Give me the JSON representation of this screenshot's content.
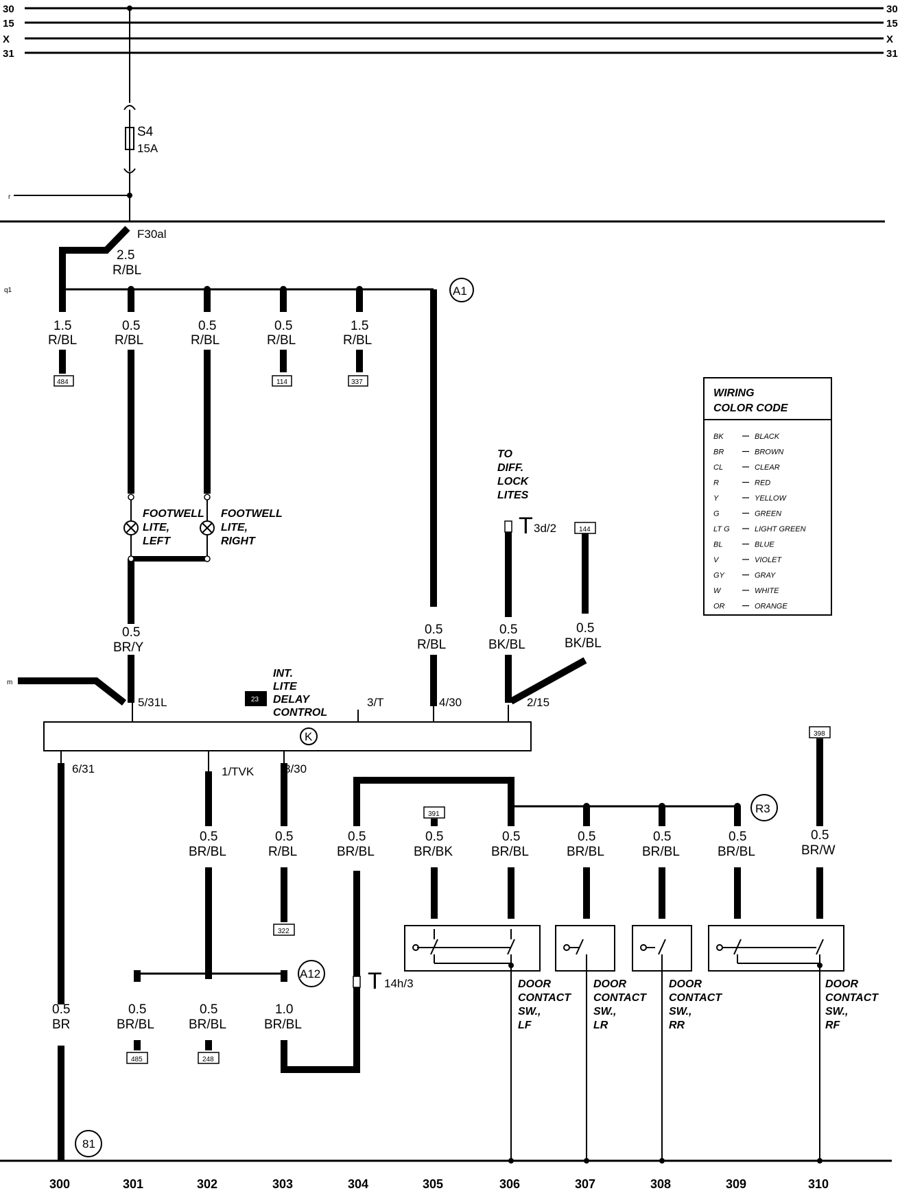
{
  "bus": {
    "lines": [
      "30",
      "15",
      "X",
      "31"
    ]
  },
  "fuse": {
    "name": "S4",
    "rating": "15A",
    "terminal": "F30al"
  },
  "feed_wire": {
    "size": "2.5",
    "color": "R/BL"
  },
  "connector_top": "A1",
  "branch_wires": [
    {
      "size": "1.5",
      "color": "R/BL",
      "ref": "484"
    },
    {
      "size": "0.5",
      "color": "R/BL",
      "ref": ""
    },
    {
      "size": "0.5",
      "color": "R/BL",
      "ref": ""
    },
    {
      "size": "0.5",
      "color": "R/BL",
      "ref": "114"
    },
    {
      "size": "1.5",
      "color": "R/BL",
      "ref": "337"
    }
  ],
  "footwell_left": [
    "FOOTWELL",
    "LITE,",
    "LEFT"
  ],
  "footwell_right": [
    "FOOTWELL",
    "LITE,",
    "RIGHT"
  ],
  "diff_lock": [
    "TO",
    "DIFF.",
    "LOCK",
    "LITES"
  ],
  "connector_t3d": {
    "label": "T",
    "sub": "3d/2"
  },
  "ref_144": "144",
  "wires_mid": [
    {
      "size": "0.5",
      "color": "BR/Y"
    },
    {
      "size": "0.5",
      "color": "R/BL"
    },
    {
      "size": "0.5",
      "color": "BK/BL"
    },
    {
      "size": "0.5",
      "color": "BK/BL"
    }
  ],
  "module": {
    "symbol": "K",
    "badge": "23",
    "name": [
      "INT.",
      "LITE",
      "DELAY",
      "CONTROL"
    ],
    "pins_top": [
      "5/31L",
      "3/T",
      "4/30",
      "2/15"
    ],
    "pins_bottom": [
      "6/31",
      "1/TVK",
      "8/30"
    ]
  },
  "connectors_lower": {
    "r3": "R3",
    "a12": "A12",
    "ground": "81"
  },
  "connector_t14h": {
    "label": "T",
    "sub": "14h/3"
  },
  "refs_lower": [
    "398",
    "391",
    "322",
    "485",
    "248"
  ],
  "lower_wires": [
    {
      "size": "0.5",
      "color": "BR/BL"
    },
    {
      "size": "0.5",
      "color": "R/BL"
    },
    {
      "size": "0.5",
      "color": "BR/BL"
    },
    {
      "size": "0.5",
      "color": "BR/BK"
    },
    {
      "size": "0.5",
      "color": "BR/BL"
    },
    {
      "size": "0.5",
      "color": "BR/BL"
    },
    {
      "size": "0.5",
      "color": "BR/BL"
    },
    {
      "size": "0.5",
      "color": "BR/BL"
    },
    {
      "size": "0.5",
      "color": "BR/W"
    }
  ],
  "bottom_wires": [
    {
      "size": "0.5",
      "color": "BR"
    },
    {
      "size": "0.5",
      "color": "BR/BL"
    },
    {
      "size": "0.5",
      "color": "BR/BL"
    },
    {
      "size": "1.0",
      "color": "BR/BL"
    }
  ],
  "door_switches": [
    [
      "DOOR",
      "CONTACT",
      "SW.,",
      "LF"
    ],
    [
      "DOOR",
      "CONTACT",
      "SW.,",
      "LR"
    ],
    [
      "DOOR",
      "CONTACT",
      "SW.,",
      "RR"
    ],
    [
      "DOOR",
      "CONTACT",
      "SW.,",
      "RF"
    ]
  ],
  "legend": {
    "title": [
      "WIRING",
      "COLOR CODE"
    ],
    "rows": [
      [
        "BK",
        "BLACK"
      ],
      [
        "BR",
        "BROWN"
      ],
      [
        "CL",
        "CLEAR"
      ],
      [
        "R",
        "RED"
      ],
      [
        "Y",
        "YELLOW"
      ],
      [
        "G",
        "GREEN"
      ],
      [
        "LT G",
        "LIGHT GREEN"
      ],
      [
        "BL",
        "BLUE"
      ],
      [
        "V",
        "VIOLET"
      ],
      [
        "GY",
        "GRAY"
      ],
      [
        "W",
        "WHITE"
      ],
      [
        "OR",
        "ORANGE"
      ]
    ]
  },
  "side_marks": [
    "r",
    "q1",
    "m"
  ],
  "columns": [
    "300",
    "301",
    "302",
    "303",
    "304",
    "305",
    "306",
    "307",
    "308",
    "309",
    "310"
  ]
}
